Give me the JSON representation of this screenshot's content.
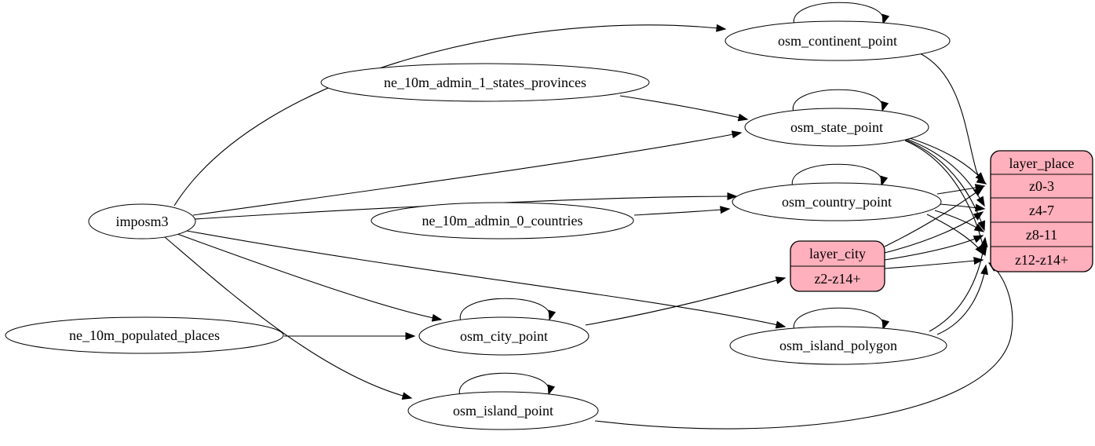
{
  "diagram": {
    "type": "graphviz-etl-graph",
    "background": "#ffffff",
    "colors": {
      "node_fill": "#ffffff",
      "record_fill": "#ffb0bc",
      "stroke": "#000000",
      "text": "#000000"
    }
  },
  "nodes": {
    "imposm3": {
      "label": "imposm3",
      "type": "source"
    },
    "ne_10m_admin_1_states_provinces": {
      "label": "ne_10m_admin_1_states_provinces",
      "type": "source"
    },
    "ne_10m_admin_0_countries": {
      "label": "ne_10m_admin_0_countries",
      "type": "source"
    },
    "ne_10m_populated_places": {
      "label": "ne_10m_populated_places",
      "type": "source"
    },
    "osm_continent_point": {
      "label": "osm_continent_point",
      "type": "table",
      "self_loop": true
    },
    "osm_state_point": {
      "label": "osm_state_point",
      "type": "table",
      "self_loop": true
    },
    "osm_country_point": {
      "label": "osm_country_point",
      "type": "table",
      "self_loop": true
    },
    "osm_city_point": {
      "label": "osm_city_point",
      "type": "table",
      "self_loop": true
    },
    "osm_island_polygon": {
      "label": "osm_island_polygon",
      "type": "table",
      "self_loop": true
    },
    "osm_island_point": {
      "label": "osm_island_point",
      "type": "table",
      "self_loop": true
    },
    "layer_city": {
      "title": "layer_city",
      "rows": [
        "z2-z14+"
      ],
      "type": "layer-record"
    },
    "layer_place": {
      "title": "layer_place",
      "rows": [
        "z0-3",
        "z4-7",
        "z8-11",
        "z12-z14+"
      ],
      "type": "layer-record"
    }
  },
  "edges": [
    {
      "from": "imposm3",
      "to": "osm_continent_point"
    },
    {
      "from": "imposm3",
      "to": "osm_state_point"
    },
    {
      "from": "imposm3",
      "to": "osm_country_point"
    },
    {
      "from": "imposm3",
      "to": "osm_city_point"
    },
    {
      "from": "imposm3",
      "to": "osm_island_polygon"
    },
    {
      "from": "imposm3",
      "to": "osm_island_point"
    },
    {
      "from": "ne_10m_admin_1_states_provinces",
      "to": "osm_state_point"
    },
    {
      "from": "ne_10m_admin_0_countries",
      "to": "osm_country_point"
    },
    {
      "from": "ne_10m_populated_places",
      "to": "osm_city_point"
    },
    {
      "from": "osm_continent_point",
      "to": "osm_continent_point"
    },
    {
      "from": "osm_state_point",
      "to": "osm_state_point"
    },
    {
      "from": "osm_country_point",
      "to": "osm_country_point"
    },
    {
      "from": "osm_city_point",
      "to": "osm_city_point"
    },
    {
      "from": "osm_island_polygon",
      "to": "osm_island_polygon"
    },
    {
      "from": "osm_island_point",
      "to": "osm_island_point"
    },
    {
      "from": "osm_continent_point",
      "to": "layer_place",
      "row": "z0-3"
    },
    {
      "from": "osm_state_point",
      "to": "layer_place",
      "row": "z0-3"
    },
    {
      "from": "osm_state_point",
      "to": "layer_place",
      "row": "z4-7"
    },
    {
      "from": "osm_state_point",
      "to": "layer_place",
      "row": "z8-11"
    },
    {
      "from": "osm_state_point",
      "to": "layer_place",
      "row": "z12-z14+"
    },
    {
      "from": "osm_country_point",
      "to": "layer_place",
      "row": "z0-3"
    },
    {
      "from": "osm_country_point",
      "to": "layer_place",
      "row": "z4-7"
    },
    {
      "from": "osm_country_point",
      "to": "layer_place",
      "row": "z8-11"
    },
    {
      "from": "osm_country_point",
      "to": "layer_place",
      "row": "z12-z14+"
    },
    {
      "from": "osm_island_polygon",
      "to": "layer_place",
      "row": "z8-11"
    },
    {
      "from": "osm_island_polygon",
      "to": "layer_place",
      "row": "z12-z14+"
    },
    {
      "from": "osm_island_point",
      "to": "layer_place",
      "row": "z12-z14+"
    },
    {
      "from": "osm_city_point",
      "to": "layer_city",
      "row": "z2-z14+"
    },
    {
      "from": "layer_city",
      "to": "layer_place",
      "row": "z0-3"
    },
    {
      "from": "layer_city",
      "to": "layer_place",
      "row": "z4-7"
    },
    {
      "from": "layer_city",
      "to": "layer_place",
      "row": "z8-11"
    },
    {
      "from": "layer_city",
      "to": "layer_place",
      "row": "z12-z14+"
    }
  ]
}
